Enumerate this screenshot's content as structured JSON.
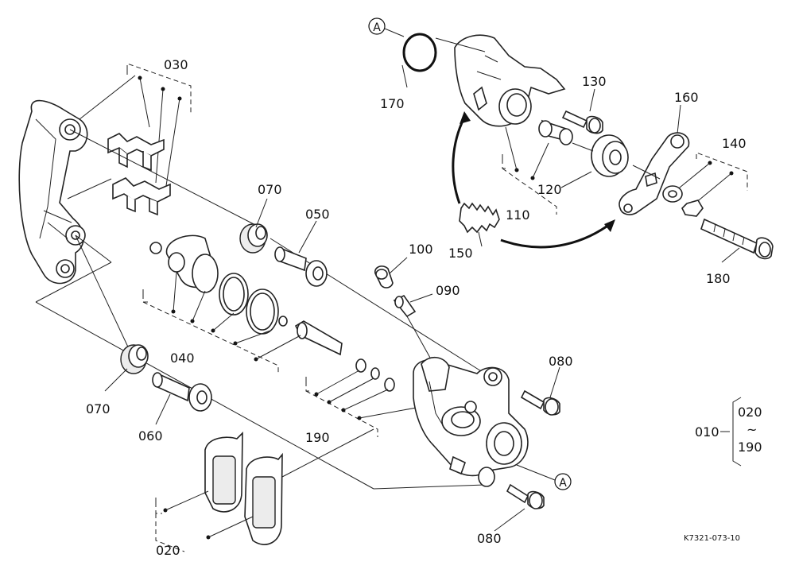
{
  "callouts": {
    "c030": "030",
    "c070a": "070",
    "c050": "050",
    "c040": "040",
    "c070b": "070",
    "c060": "060",
    "c020": "020",
    "c100": "100",
    "c090": "090",
    "c080a": "080",
    "c080b": "080",
    "c190": "190",
    "c170": "170",
    "c130": "130",
    "c160": "160",
    "c140": "140",
    "c110": "110",
    "c120": "120",
    "c150": "150",
    "c180": "180",
    "cA1": "A",
    "cA2": "A"
  },
  "assembly": {
    "main": "010",
    "range_from": "020",
    "range_tilde": "~",
    "range_to": "190"
  },
  "drawing_code": "K7321-073-10"
}
